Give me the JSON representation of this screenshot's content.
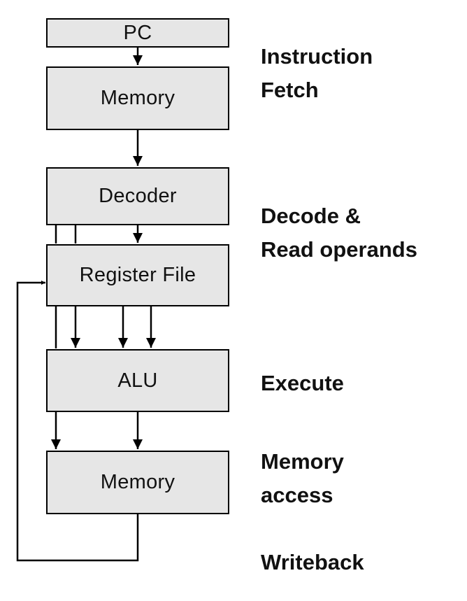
{
  "blocks": {
    "pc": "PC",
    "instruction_memory": "Memory",
    "decoder": "Decoder",
    "register_file": "Register File",
    "alu": "ALU",
    "data_memory": "Memory"
  },
  "stages": {
    "fetch": [
      "Instruction",
      "Fetch"
    ],
    "decode": [
      "Decode &",
      "Read operands"
    ],
    "execute": [
      "Execute"
    ],
    "memory": [
      "Memory",
      "access"
    ],
    "writeback": [
      "Writeback"
    ]
  },
  "colors": {
    "block_fill": "#e6e6e6",
    "stroke": "#000000"
  }
}
